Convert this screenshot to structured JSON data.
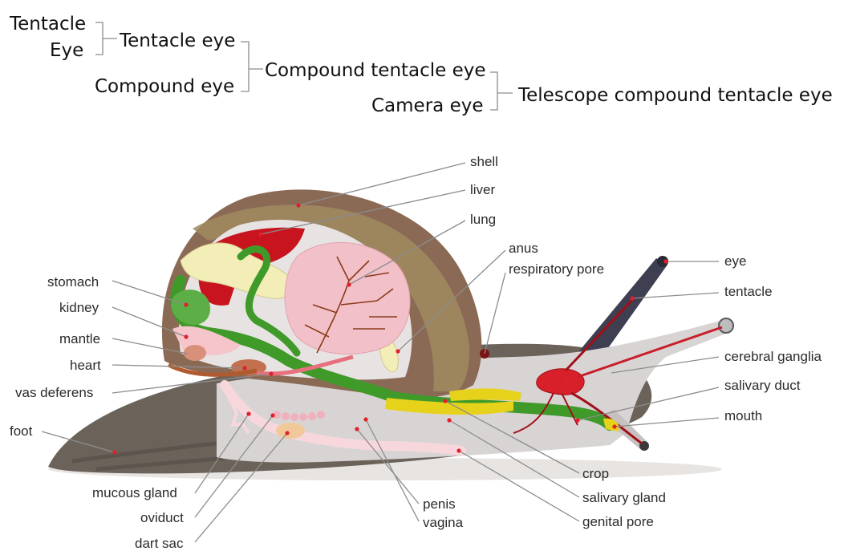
{
  "evolution_tree": {
    "tentacle": "Tentacle",
    "eye": "Eye",
    "tentacle_eye": "Tentacle eye",
    "compound_eye": "Compound eye",
    "compound_tentacle_eye": "Compound tentacle eye",
    "camera_eye": "Camera eye",
    "telescope_compound_tentacle_eye": "Telescope compound tentacle eye"
  },
  "labels": {
    "shell": "shell",
    "liver": "liver",
    "lung": "lung",
    "anus": "anus",
    "respiratory_pore": "respiratory pore",
    "eye": "eye",
    "tentacle": "tentacle",
    "cerebral_ganglia": "cerebral ganglia",
    "salivary_duct": "salivary duct",
    "mouth": "mouth",
    "crop": "crop",
    "salivary_gland": "salivary gland",
    "genital_pore": "genital pore",
    "stomach": "stomach",
    "kidney": "kidney",
    "mantle": "mantle",
    "heart": "heart",
    "vas_deferens": "vas deferens",
    "foot": "foot",
    "mucous_gland": "mucous gland",
    "oviduct": "oviduct",
    "dart_sac": "dart sac",
    "penis": "penis",
    "vagina": "vagina"
  },
  "colors": {
    "shell_outer": "#8b6a55",
    "shell_band": "#a08a60",
    "liver": "#c8141e",
    "lung": "#f2c0c8",
    "lung_vessels": "#8b3a1a",
    "intestine": "#3f9a2a",
    "salivary_gland": "#e6d21a",
    "foot": "#6b625a",
    "body_interior": "#d8d4d4",
    "ganglia": "#d8202a",
    "reproductive": "#f7d7dc",
    "albumen": "#f3eeb8",
    "marker_dot": "#e0202a"
  }
}
